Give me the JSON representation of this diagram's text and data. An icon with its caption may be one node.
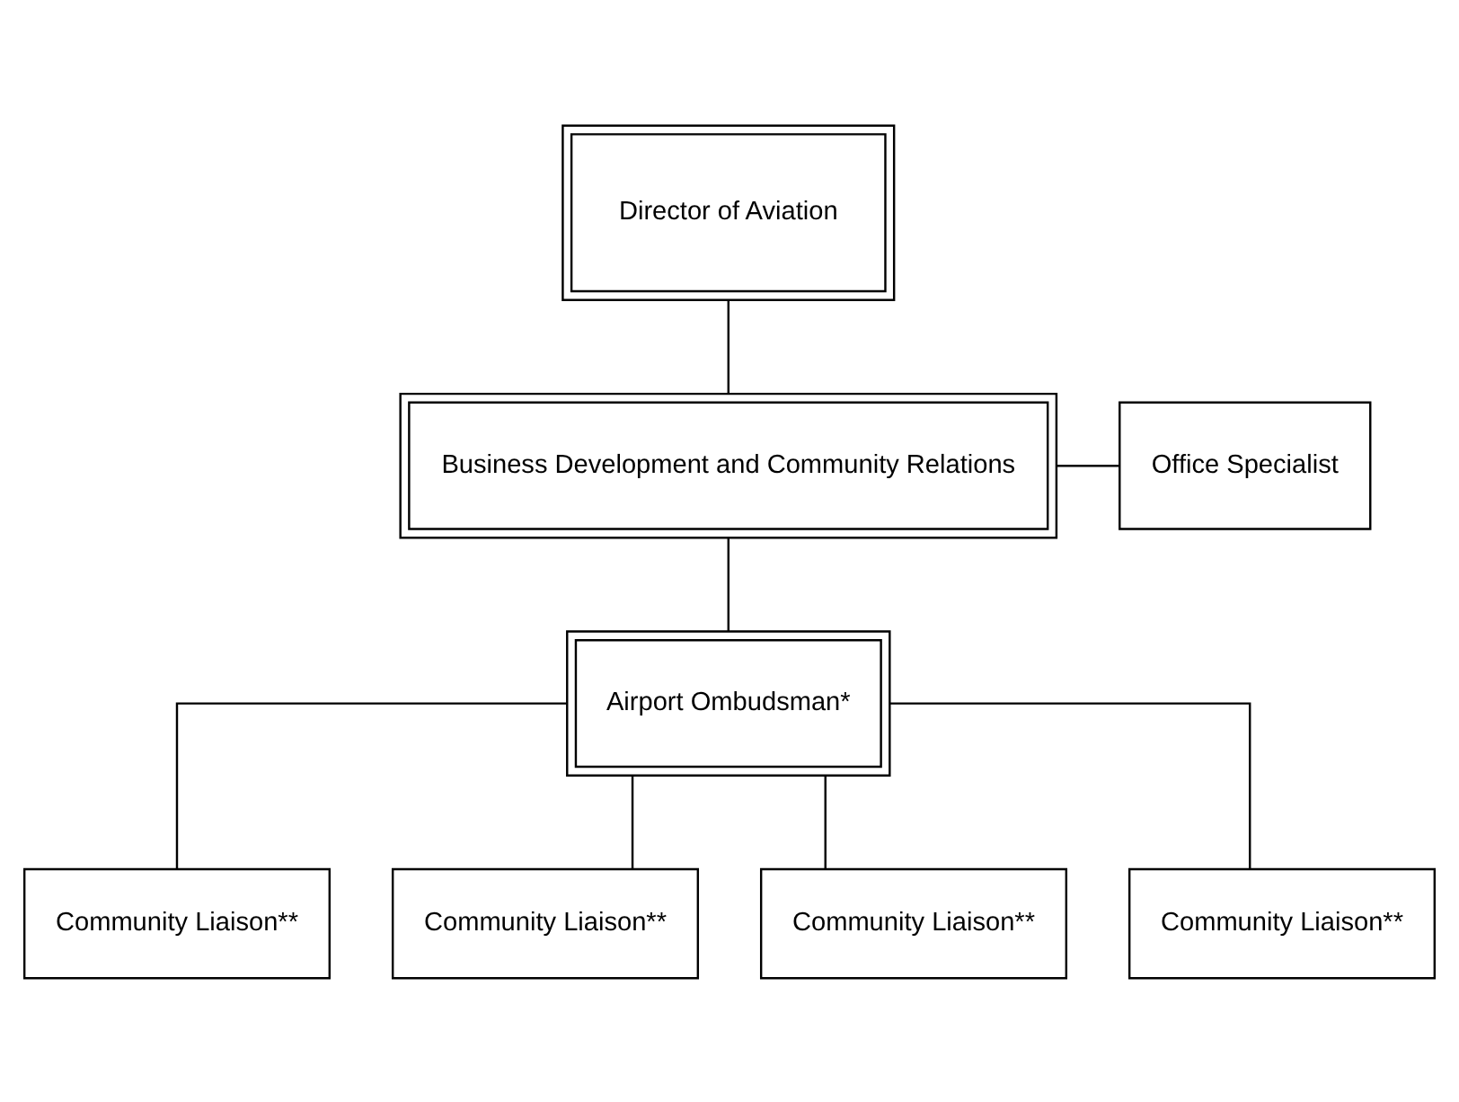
{
  "diagram": {
    "nodes": [
      {
        "text": [
          "Director of Aviation"
        ]
      },
      {
        "text": [
          "Business Development and Community Relations"
        ]
      },
      {
        "text": [
          "Office Specialist"
        ]
      },
      {
        "text": [
          "Airport Ombudsman*"
        ]
      },
      {
        "text": [
          "Community Liaison**"
        ]
      },
      {
        "text": [
          "Community Liaison**"
        ]
      },
      {
        "text": [
          "Community Liaison**"
        ]
      },
      {
        "text": [
          "Community Liaison**"
        ]
      }
    ],
    "edges": [
      {
        "from": 0,
        "to": 1,
        "arrow": "none"
      },
      {
        "from": 1,
        "to": 2,
        "arrow": "none"
      },
      {
        "from": 1,
        "to": 3,
        "arrow": "none"
      },
      {
        "from": 3,
        "to": 4,
        "arrow": "none"
      },
      {
        "from": 3,
        "to": 5,
        "arrow": "none"
      },
      {
        "from": 3,
        "to": 6,
        "arrow": "none"
      },
      {
        "from": 3,
        "to": 7,
        "arrow": "none"
      }
    ]
  }
}
